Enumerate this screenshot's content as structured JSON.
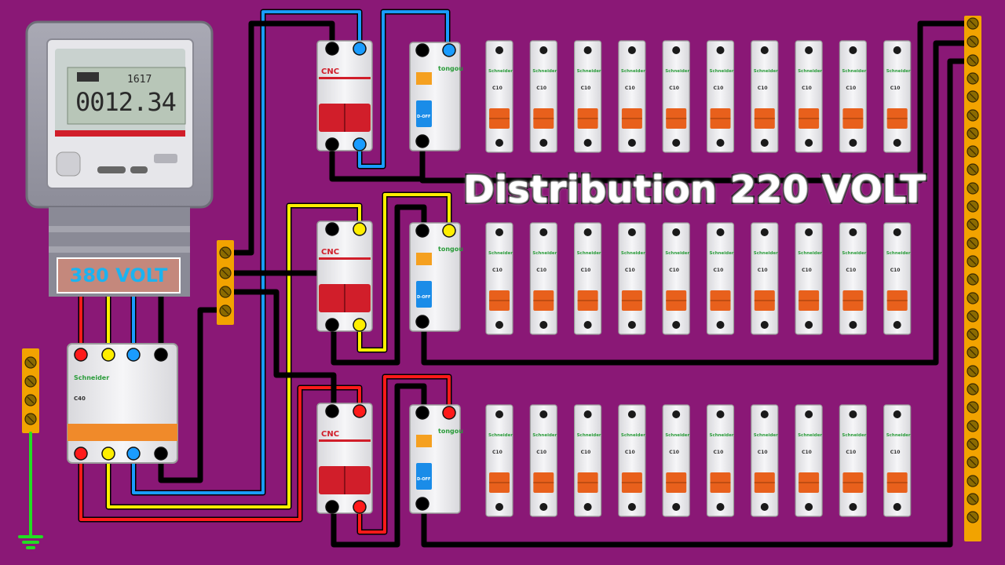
{
  "title": "Distribution 220 VOLT",
  "meter": {
    "voltage_label": "380 VOLT",
    "reading": "0012.34",
    "small_reading": "1617"
  },
  "main_breaker": {
    "brand": "Schneider",
    "rating": "C40"
  },
  "circuits": [
    {
      "mcb_brand": "CNC",
      "rcd_brand": "tongou",
      "rcd_button": "D-OFF",
      "phase_color": "blue"
    },
    {
      "mcb_brand": "CNC",
      "rcd_brand": "tongou",
      "rcd_button": "D-OFF",
      "phase_color": "yellow"
    },
    {
      "mcb_brand": "CNC",
      "rcd_brand": "tongou",
      "rcd_button": "D-OFF",
      "phase_color": "red"
    }
  ],
  "branch_breakers": {
    "brand": "Schneider",
    "rating": "C10",
    "count_per_row": 10,
    "rows": 3
  },
  "colors": {
    "background": "#8a1876",
    "phase_red": "#ff1a1a",
    "phase_yellow": "#ffee00",
    "phase_blue": "#1a9cff",
    "neutral": "#000000",
    "earth": "#22dd22",
    "busbar": "#f2a300",
    "breaker_handle": "#e8601c"
  },
  "icons": [
    "ground-icon",
    "energy-meter-icon",
    "busbar-icon",
    "breaker-icon"
  ]
}
